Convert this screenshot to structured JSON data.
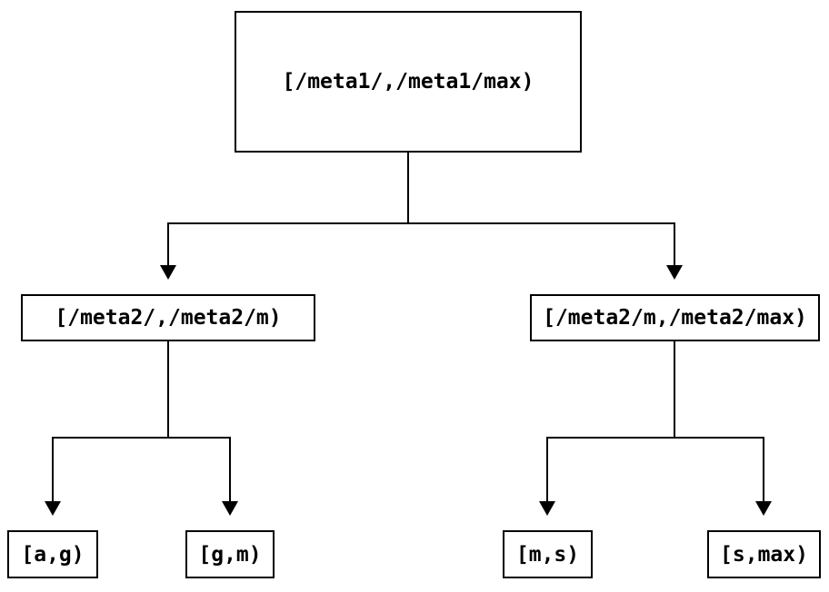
{
  "colors": {
    "background": "#ffffff",
    "line": "#000000",
    "text": "#000000"
  },
  "tree": {
    "root": {
      "label": "[/meta1/,/meta1/max)"
    },
    "level1": [
      {
        "label": "[/meta2/,/meta2/m)"
      },
      {
        "label": "[/meta2/m,/meta2/max)"
      }
    ],
    "leaves": [
      {
        "label": "[a,g)"
      },
      {
        "label": "[g,m)"
      },
      {
        "label": "[m,s)"
      },
      {
        "label": "[s,max)"
      }
    ]
  }
}
